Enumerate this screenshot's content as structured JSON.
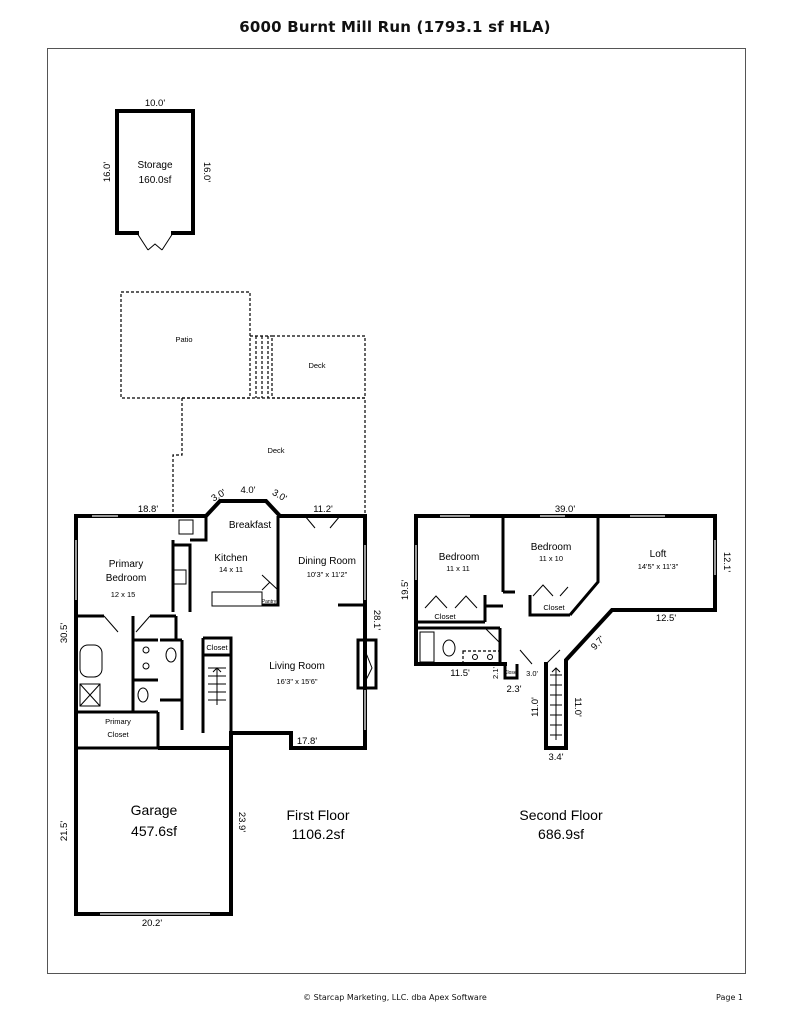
{
  "title": "6000 Burnt Mill Run (1793.1 sf HLA)",
  "footer": "© Starcap Marketing, LLC. dba Apex Software",
  "page": "Page 1",
  "storage": {
    "name": "Storage",
    "area": "160.0sf",
    "dim_top": "10.0'",
    "dim_left": "16.0'",
    "dim_right": "16.0'"
  },
  "outdoor": {
    "patio": "Patio",
    "deck_upper": "Deck",
    "deck_lower": "Deck"
  },
  "first_floor": {
    "label": "First Floor",
    "area": "1106.2sf",
    "rooms": {
      "breakfast": "Breakfast",
      "kitchen": "Kitchen",
      "kitchen_size": "14 x 11",
      "dining": "Dining Room",
      "dining_size": "10'3\" x 11'2\"",
      "primary_bedroom_1": "Primary",
      "primary_bedroom_2": "Bedroom",
      "primary_bedroom_size": "12 x 15",
      "pantry": "Pantry",
      "closet": "Closet",
      "living": "Living Room",
      "living_size": "16'3\" x 15'6\"",
      "primary_closet_1": "Primary",
      "primary_closet_2": "Closet"
    },
    "dims": {
      "top_left": "18.8'",
      "bay_left": "3.0'",
      "bay_mid": "4.0'",
      "bay_right": "3.0'",
      "top_right": "11.2'",
      "left": "30.5'",
      "right": "28.1'",
      "bottom": "17.8'"
    }
  },
  "garage": {
    "name": "Garage",
    "area": "457.6sf",
    "dim_left": "21.5'",
    "dim_right": "23.9'",
    "dim_bottom": "20.2'"
  },
  "second_floor": {
    "label": "Second Floor",
    "area": "686.9sf",
    "rooms": {
      "bedroom_a": "Bedroom",
      "bedroom_a_size": "11 x 11",
      "bedroom_b": "Bedroom",
      "bedroom_b_size": "11 x 10",
      "loft": "Loft",
      "loft_size": "14'5\" x 11'3\"",
      "closet_a": "Closet",
      "closet_b": "Closet",
      "closet_small": "Closet"
    },
    "dims": {
      "top": "39.0'",
      "left": "19.5'",
      "right": "12.1'",
      "loft_bottom": "12.5'",
      "diag": "9.7'",
      "bath_bottom": "11.5'",
      "small_a": "2.1'",
      "small_b": "3.0'",
      "small_c": "2.3'",
      "stair_left": "11.0'",
      "stair_right": "11.0'",
      "stair_bottom": "3.4'"
    }
  }
}
